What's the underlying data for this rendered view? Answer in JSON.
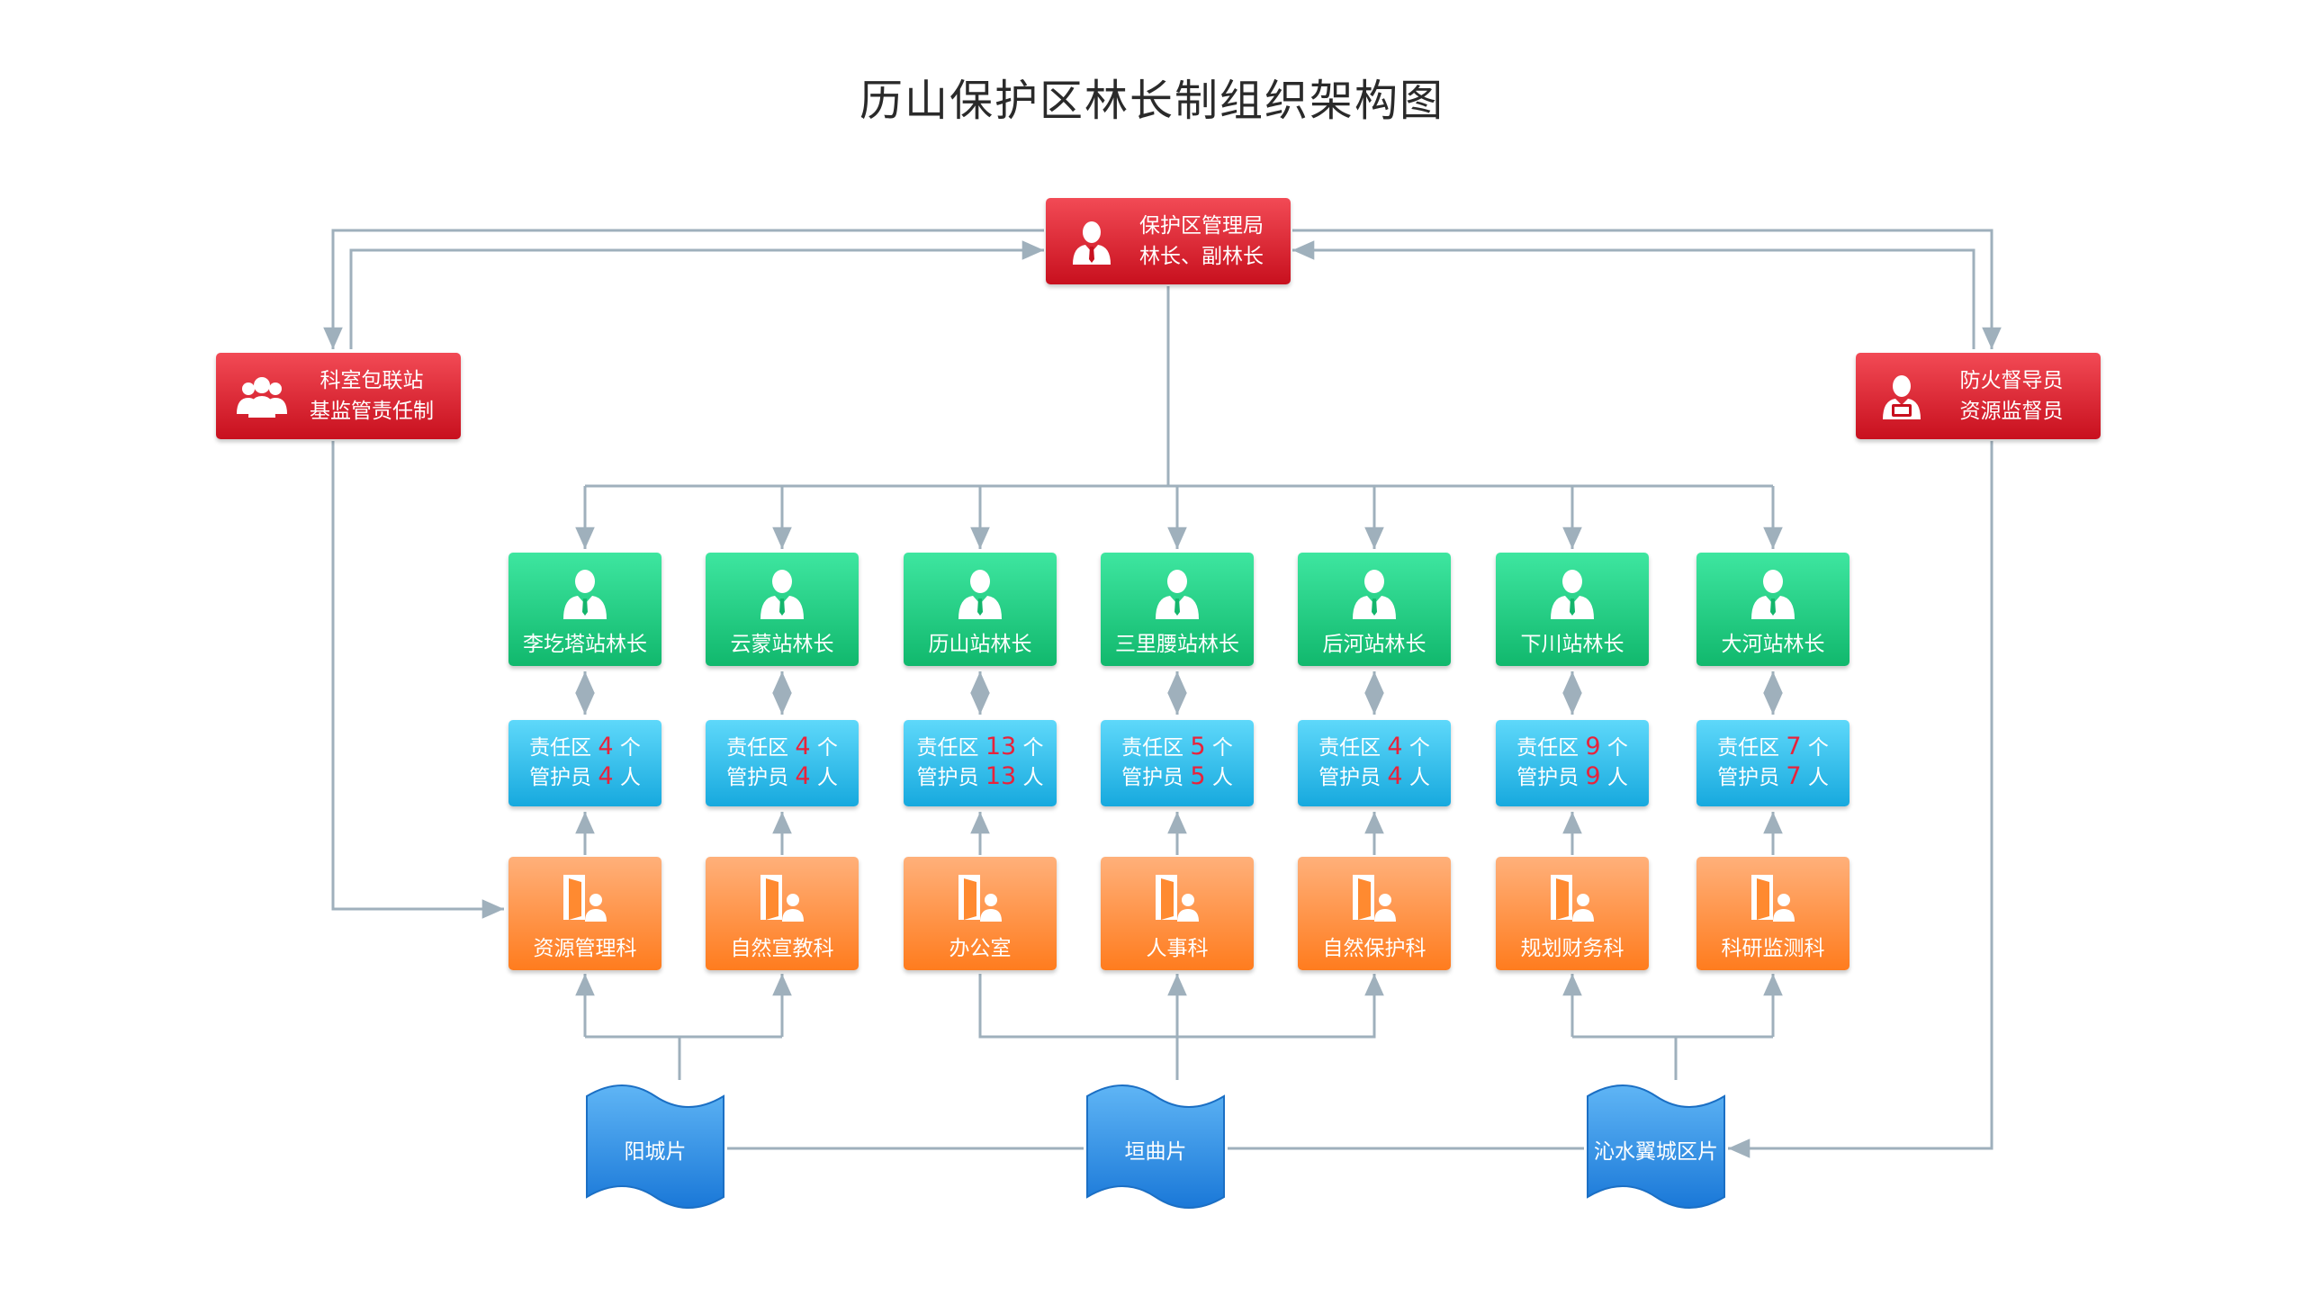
{
  "title": "历山保护区林长制组织架构图",
  "top": {
    "line1": "保护区管理局",
    "line2": "林长、副林长",
    "icon": "manager-icon"
  },
  "left": {
    "line1": "科室包联站",
    "line2": "基监管责任制",
    "icon": "group-icon"
  },
  "right": {
    "line1": "防火督导员",
    "line2": "资源监督员",
    "icon": "inspector-icon"
  },
  "stations": [
    {
      "label": "李圪塔站林长",
      "zone_pre": "责任区",
      "zone_num": "4",
      "zone_unit": "个",
      "staff_pre": "管护员",
      "staff_num": "4",
      "staff_unit": "人"
    },
    {
      "label": "云蒙站林长",
      "zone_pre": "责任区",
      "zone_num": "4",
      "zone_unit": "个",
      "staff_pre": "管护员",
      "staff_num": "4",
      "staff_unit": "人"
    },
    {
      "label": "历山站林长",
      "zone_pre": "责任区",
      "zone_num": "13",
      "zone_unit": "个",
      "staff_pre": "管护员",
      "staff_num": "13",
      "staff_unit": "人"
    },
    {
      "label": "三里腰站林长",
      "zone_pre": "责任区",
      "zone_num": "5",
      "zone_unit": "个",
      "staff_pre": "管护员",
      "staff_num": "5",
      "staff_unit": "人"
    },
    {
      "label": "后河站林长",
      "zone_pre": "责任区",
      "zone_num": "4",
      "zone_unit": "个",
      "staff_pre": "管护员",
      "staff_num": "4",
      "staff_unit": "人"
    },
    {
      "label": "下川站林长",
      "zone_pre": "责任区",
      "zone_num": "9",
      "zone_unit": "个",
      "staff_pre": "管护员",
      "staff_num": "9",
      "staff_unit": "人"
    },
    {
      "label": "大河站林长",
      "zone_pre": "责任区",
      "zone_num": "7",
      "zone_unit": "个",
      "staff_pre": "管护员",
      "staff_num": "7",
      "staff_unit": "人"
    }
  ],
  "departments": [
    "资源管理科",
    "自然宣教科",
    "办公室",
    "人事科",
    "自然保护科",
    "规划财务科",
    "科研监测科"
  ],
  "areas": [
    "阳城片",
    "垣曲片",
    "沁水翼城区片"
  ],
  "colors": {
    "red": "#d81e2c",
    "green": "#1cc97f",
    "cyan": "#22b5e6",
    "orange": "#ff8a30",
    "blue": "#2e8fe3",
    "line": "#9fb0bc",
    "highlight": "#e8233b"
  }
}
